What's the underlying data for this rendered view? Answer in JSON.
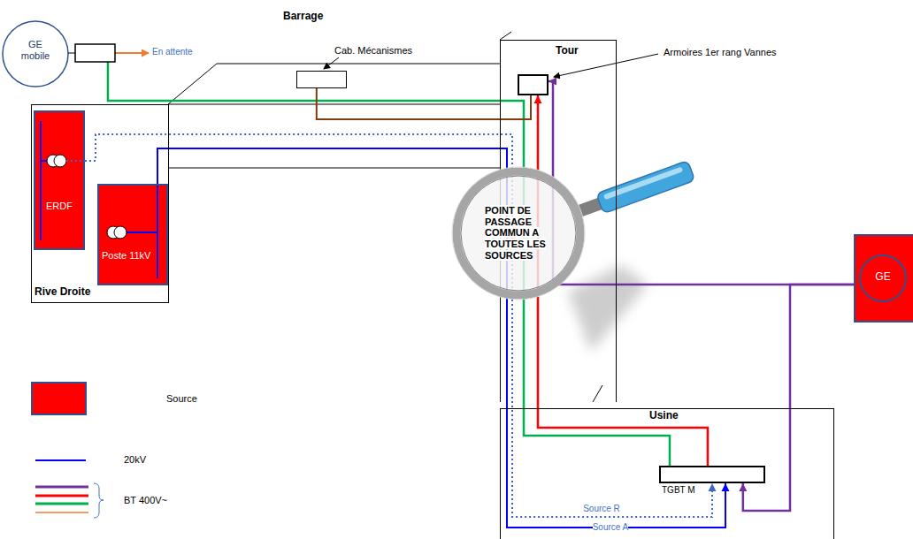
{
  "diagram": {
    "nodes": [
      {
        "text": [
          "GE mobile"
        ]
      },
      {
        "text": [
          "Cab. Mécanismes"
        ]
      },
      {
        "text": [
          "Tour"
        ]
      },
      {
        "text": [
          "Armoires 1er rang Vannes"
        ],
        "in": 2
      },
      {
        "text": [
          "Rive Droite"
        ]
      },
      {
        "text": [
          "ERDF"
        ],
        "in": 4
      },
      {
        "text": [
          "Poste 11kV"
        ],
        "in": 4
      },
      {
        "text": [
          "POINT DE PASSAGE COMMUN A TOUTES LES SOURCES"
        ]
      },
      {
        "text": [
          "GE"
        ]
      },
      {
        "text": [
          "Usine"
        ]
      },
      {
        "text": [
          "TGBT M"
        ],
        "in": 9
      }
    ],
    "edges": [
      {
        "from": 5,
        "to": 10,
        "label": "Source R",
        "arrow": "to"
      },
      {
        "from": 6,
        "to": 10,
        "label": "Source A",
        "arrow": "to"
      },
      {
        "from": 0,
        "to": 10,
        "arrow": "none"
      },
      {
        "from": 10,
        "to": 3,
        "arrow": "to"
      },
      {
        "from": 8,
        "to": 3,
        "arrow": "to"
      },
      {
        "from": 8,
        "to": 10,
        "arrow": "to"
      },
      {
        "from": 1,
        "to": 3,
        "arrow": "none"
      }
    ],
    "labels": [
      "Barrage",
      "En attente"
    ],
    "legend": [
      {
        "text": "Source",
        "color": "#ff0000"
      },
      {
        "text": "20kV"
      },
      {
        "text": "BT 400V~"
      }
    ]
  }
}
